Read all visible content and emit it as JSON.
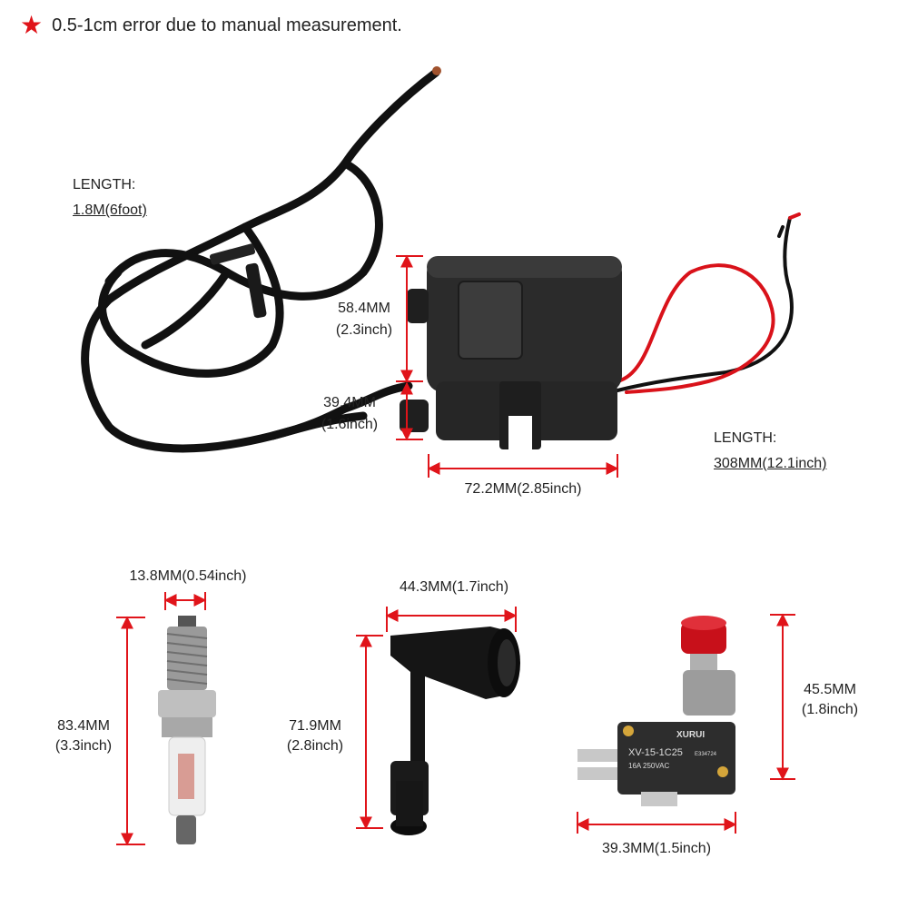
{
  "note": {
    "icon": "star-icon",
    "text": "0.5-1cm error due to manual measurement."
  },
  "module": {
    "cable_length_title": "LENGTH:",
    "cable_length_value": "1.8M(6foot)",
    "height_mm": "58.4MM",
    "height_in": "(2.3inch)",
    "base_mm": "39.4MM",
    "base_in": "(1.6inch)",
    "width": "72.2MM(2.85inch)",
    "wire_length_title": "LENGTH:",
    "wire_length_value": "308MM(12.1inch)"
  },
  "spark_plug": {
    "width": "13.8MM(0.54inch)",
    "length_mm": "83.4MM",
    "length_in": "(3.3inch)"
  },
  "cap": {
    "width": "44.3MM(1.7inch)",
    "length_mm": "71.9MM",
    "length_in": "(2.8inch)"
  },
  "switch": {
    "brand": "XURUI",
    "model": "XV-15-1C25",
    "rating": "16A 250VAC",
    "cert": "E334724",
    "height_mm": "45.5MM",
    "height_in": "(1.8inch)",
    "width": "39.3MM(1.5inch)"
  },
  "colors": {
    "dimension_line": "#e0141a",
    "cable": "#111111",
    "red_wire": "#d9121a",
    "button": "#c8101a"
  }
}
